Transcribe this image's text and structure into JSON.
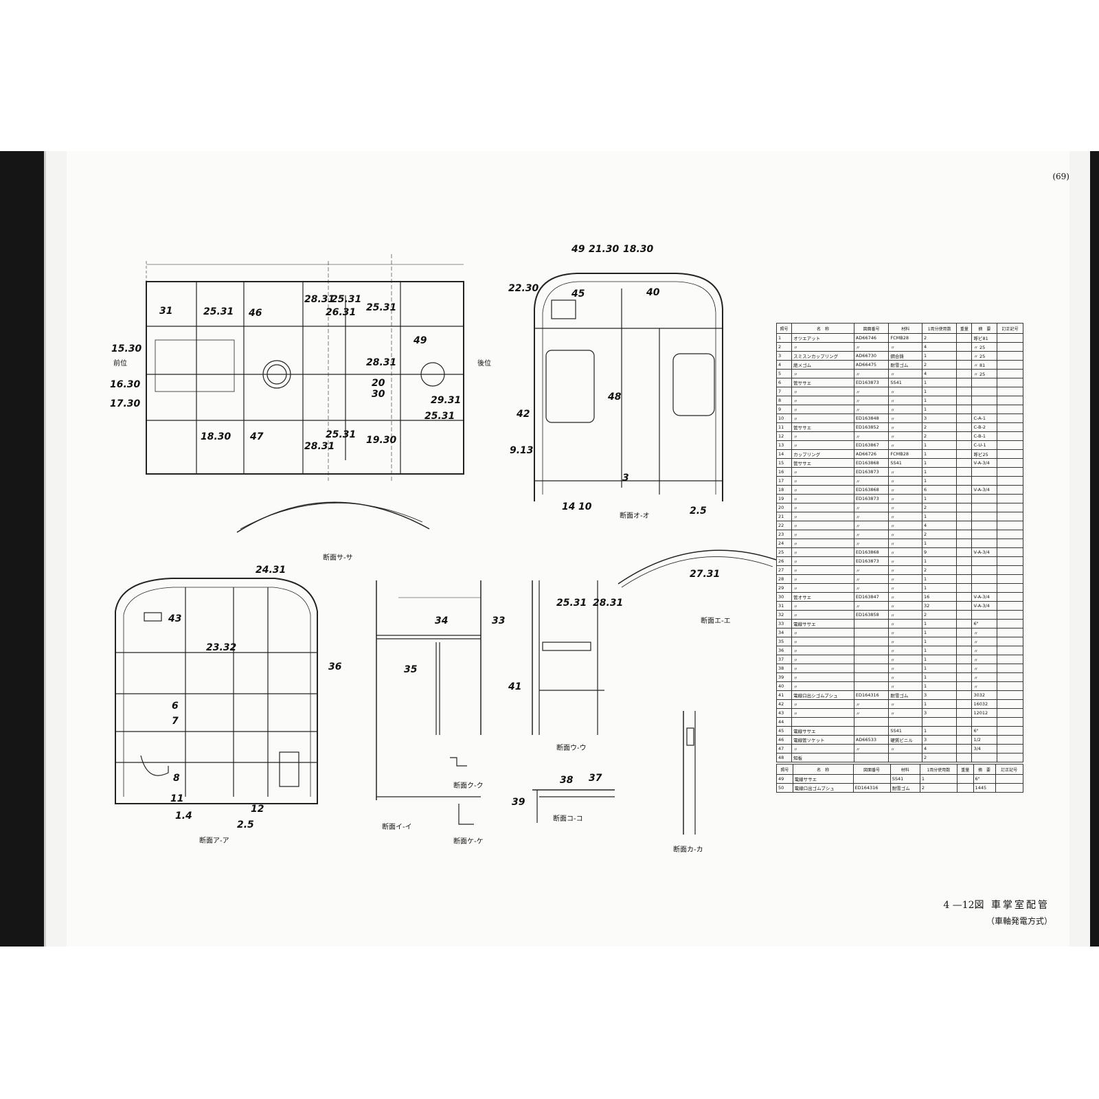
{
  "page_number": "(69)",
  "caption": {
    "figure": "4 —12図",
    "title": "車掌室配管",
    "subtitle": "（車軸発電方式）"
  },
  "section_titles": {
    "sa_sa": "断面サ-サ",
    "o_o": "断面オ-オ",
    "e_e": "断面エ-エ",
    "a_a": "断面ア-ア",
    "i_i": "断面イ-イ",
    "u_u": "断面ウ-ウ",
    "ku_ku": "断面ク-ク",
    "ke_ke": "断面ケ-ケ",
    "ko_ko": "断面コ-コ",
    "ka_ka": "断面カ-カ"
  },
  "plan_labels": {
    "front": "前位",
    "rear": "後位",
    "l_15_30": "15.30",
    "l_16_30": "16.30",
    "l_17_30": "17.30",
    "l_31": "31",
    "l_25_31_a": "25.31",
    "l_46": "46",
    "l_28_31_a": "28.31",
    "l_25_31_b": "25.31",
    "l_26_31": "26.31",
    "l_25_31_c": "25.31",
    "l_49": "49",
    "l_28_31_b": "28.31",
    "l_20": "20",
    "l_30": "30",
    "l_29_31": "29.31",
    "l_25_31_d": "25.31",
    "l_18_30": "18.30",
    "l_47": "47",
    "l_25_31_e": "25.31",
    "l_28_31_c": "28.31",
    "l_19_30": "19.30"
  },
  "o_labels": {
    "l_49": "49",
    "l_21_30": "21.30",
    "l_18_30": "18.30",
    "l_22_30": "22.30",
    "l_45": "45",
    "l_40": "40",
    "l_48": "48",
    "l_42": "42",
    "l_9_13": "9.13",
    "l_3": "3",
    "l_14": "14",
    "l_10": "10",
    "l_2_5": "2.5"
  },
  "e_labels": {
    "l_27_31": "27.31"
  },
  "a_labels": {
    "l_24_31": "24.31",
    "l_43": "43",
    "l_23_32": "23.32",
    "l_36": "36",
    "l_6": "6",
    "l_7": "7",
    "l_8": "8",
    "l_11": "11",
    "l_1_4": "1.4",
    "l_2_5": "2.5",
    "l_12": "12"
  },
  "i_labels": {
    "l_34": "34",
    "l_33": "33",
    "l_35": "35"
  },
  "u_labels": {
    "l_25_31": "25.31",
    "l_28_31": "28.31",
    "l_41": "41"
  },
  "ko_labels": {
    "l_38": "38",
    "l_37": "37",
    "l_39": "39"
  },
  "parts_table": {
    "headers": [
      "照号",
      "名　称",
      "図面番号",
      "材料",
      "1両分使用数",
      "重量",
      "摘　要",
      "訂正記号"
    ],
    "rows": [
      [
        "1",
        "オツエアット",
        "AD66746",
        "FCMB28",
        "2",
        "",
        "呼ビ81",
        ""
      ],
      [
        "2",
        "〃",
        "〃",
        "〃",
        "4",
        "",
        "〃 25",
        ""
      ],
      [
        "3",
        "スミスンカップリング",
        "AD66730",
        "鋼合鋳",
        "1",
        "",
        "〃 25",
        ""
      ],
      [
        "4",
        "絶メゴム",
        "AD66475",
        "耐雪ゴム",
        "2",
        "",
        "〃 81",
        ""
      ],
      [
        "5",
        "〃",
        "〃",
        "〃",
        "4",
        "",
        "〃 25",
        ""
      ],
      [
        "6",
        "管ササエ",
        "ED163873",
        "SS41",
        "1",
        "",
        "",
        ""
      ],
      [
        "7",
        "〃",
        "〃",
        "〃",
        "1",
        "",
        "",
        ""
      ],
      [
        "8",
        "〃",
        "〃",
        "〃",
        "1",
        "",
        "",
        ""
      ],
      [
        "9",
        "〃",
        "〃",
        "〃",
        "1",
        "",
        "",
        ""
      ],
      [
        "10",
        "〃",
        "ED163848",
        "〃",
        "3",
        "",
        "C-A-1",
        ""
      ],
      [
        "11",
        "管ササエ",
        "ED163852",
        "〃",
        "2",
        "",
        "C-B-2",
        ""
      ],
      [
        "12",
        "〃",
        "〃",
        "〃",
        "2",
        "",
        "C-B-1",
        ""
      ],
      [
        "13",
        "〃",
        "ED163867",
        "〃",
        "1",
        "",
        "C-U-1",
        ""
      ],
      [
        "14",
        "カップリング",
        "AD66726",
        "FCMB28",
        "1",
        "",
        "呼ビ25",
        ""
      ],
      [
        "15",
        "管ササエ",
        "ED163868",
        "SS41",
        "1",
        "",
        "V-A-3/4",
        ""
      ],
      [
        "16",
        "〃",
        "ED163873",
        "〃",
        "1",
        "",
        "",
        ""
      ],
      [
        "17",
        "〃",
        "〃",
        "〃",
        "1",
        "",
        "",
        ""
      ],
      [
        "18",
        "〃",
        "ED163868",
        "〃",
        "6",
        "",
        "V-A-3/4",
        ""
      ],
      [
        "19",
        "〃",
        "ED163873",
        "〃",
        "1",
        "",
        "",
        ""
      ],
      [
        "20",
        "〃",
        "〃",
        "〃",
        "2",
        "",
        "",
        ""
      ],
      [
        "21",
        "〃",
        "〃",
        "〃",
        "1",
        "",
        "",
        ""
      ],
      [
        "22",
        "〃",
        "〃",
        "〃",
        "4",
        "",
        "",
        ""
      ],
      [
        "23",
        "〃",
        "〃",
        "〃",
        "2",
        "",
        "",
        ""
      ],
      [
        "24",
        "〃",
        "〃",
        "〃",
        "1",
        "",
        "",
        ""
      ],
      [
        "25",
        "〃",
        "ED163868",
        "〃",
        "9",
        "",
        "V-A-3/4",
        ""
      ],
      [
        "26",
        "〃",
        "ED163873",
        "〃",
        "1",
        "",
        "",
        ""
      ],
      [
        "27",
        "〃",
        "〃",
        "〃",
        "2",
        "",
        "",
        ""
      ],
      [
        "28",
        "〃",
        "〃",
        "〃",
        "1",
        "",
        "",
        ""
      ],
      [
        "29",
        "〃",
        "〃",
        "〃",
        "1",
        "",
        "",
        ""
      ],
      [
        "30",
        "管オサエ",
        "ED163847",
        "〃",
        "16",
        "",
        "V-A-3/4",
        ""
      ],
      [
        "31",
        "〃",
        "〃",
        "〃",
        "32",
        "",
        "V-A-3/4",
        ""
      ],
      [
        "32",
        "〃",
        "ED163858",
        "〃",
        "2",
        "",
        "",
        ""
      ],
      [
        "33",
        "電線ササエ",
        "",
        "〃",
        "1",
        "",
        "6\"",
        ""
      ],
      [
        "34",
        "〃",
        "",
        "〃",
        "1",
        "",
        "〃",
        ""
      ],
      [
        "35",
        "〃",
        "",
        "〃",
        "1",
        "",
        "〃",
        ""
      ],
      [
        "36",
        "〃",
        "",
        "〃",
        "1",
        "",
        "〃",
        ""
      ],
      [
        "37",
        "〃",
        "",
        "〃",
        "1",
        "",
        "〃",
        ""
      ],
      [
        "38",
        "〃",
        "",
        "〃",
        "1",
        "",
        "〃",
        ""
      ],
      [
        "39",
        "〃",
        "",
        "〃",
        "1",
        "",
        "〃",
        ""
      ],
      [
        "40",
        "〃",
        "",
        "〃",
        "1",
        "",
        "〃",
        ""
      ],
      [
        "41",
        "電線口出シゴムブシュ",
        "ED164316",
        "耐雪ゴム",
        "3",
        "",
        "3032",
        ""
      ],
      [
        "42",
        "〃",
        "〃",
        "〃",
        "1",
        "",
        "16032",
        ""
      ],
      [
        "43",
        "〃",
        "〃",
        "〃",
        "3",
        "",
        "12012",
        ""
      ],
      [
        "44",
        "",
        "",
        "",
        "",
        "",
        "",
        ""
      ],
      [
        "45",
        "電線ササエ",
        "",
        "SS41",
        "1",
        "",
        "6\"",
        ""
      ],
      [
        "46",
        "電線管ソケット",
        "AD66533",
        "硬質ビニル",
        "3",
        "",
        "1/2",
        ""
      ],
      [
        "47",
        "〃",
        "〃",
        "〃",
        "4",
        "",
        "3/4",
        ""
      ],
      [
        "48",
        "知板",
        "",
        "",
        "2",
        "",
        "",
        ""
      ]
    ]
  },
  "parts_table2": {
    "headers": [
      "照号",
      "名　称",
      "図面番号",
      "材料",
      "1両分使用数",
      "重量",
      "摘　要",
      "訂正記号"
    ],
    "rows": [
      [
        "49",
        "電線ササエ",
        "",
        "SS41",
        "1",
        "",
        "6\"",
        ""
      ],
      [
        "50",
        "電線口出ゴムブシュ",
        "ED164316",
        "耐雪ゴム",
        "2",
        "",
        "1445",
        ""
      ]
    ]
  }
}
